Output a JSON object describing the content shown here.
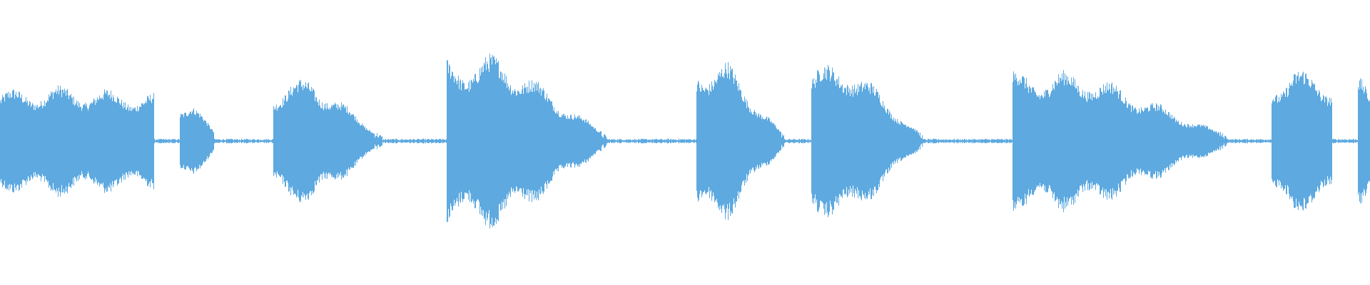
{
  "waveform": {
    "color": "#5DA9E0",
    "background": "#FFFFFF",
    "duration_fraction_segments": [
      {
        "start": 0.0,
        "end": 0.112,
        "amp_start": 0.58,
        "amp_peak": 0.64,
        "amp_end": 0.55
      },
      {
        "start": 0.131,
        "end": 0.156,
        "amp_start": 0.45,
        "amp_peak": 0.45,
        "amp_end": 0.12
      },
      {
        "start": 0.199,
        "end": 0.279,
        "amp_start": 0.6,
        "amp_peak": 0.75,
        "amp_end": 0.05
      },
      {
        "start": 0.326,
        "end": 0.443,
        "amp_start": 0.95,
        "amp_peak": 1.0,
        "amp_end": 0.06
      },
      {
        "start": 0.508,
        "end": 0.572,
        "amp_start": 0.9,
        "amp_peak": 0.92,
        "amp_end": 0.06
      },
      {
        "start": 0.592,
        "end": 0.673,
        "amp_start": 0.85,
        "amp_peak": 0.92,
        "amp_end": 0.06
      },
      {
        "start": 0.739,
        "end": 0.896,
        "amp_start": 0.8,
        "amp_peak": 0.8,
        "amp_end": 0.06
      },
      {
        "start": 0.928,
        "end": 0.972,
        "amp_start": 0.7,
        "amp_peak": 0.85,
        "amp_end": 0.7
      },
      {
        "start": 0.991,
        "end": 1.0,
        "amp_start": 0.75,
        "amp_peak": 0.8,
        "amp_end": 0.7
      }
    ],
    "noise_floor": 0.02
  }
}
